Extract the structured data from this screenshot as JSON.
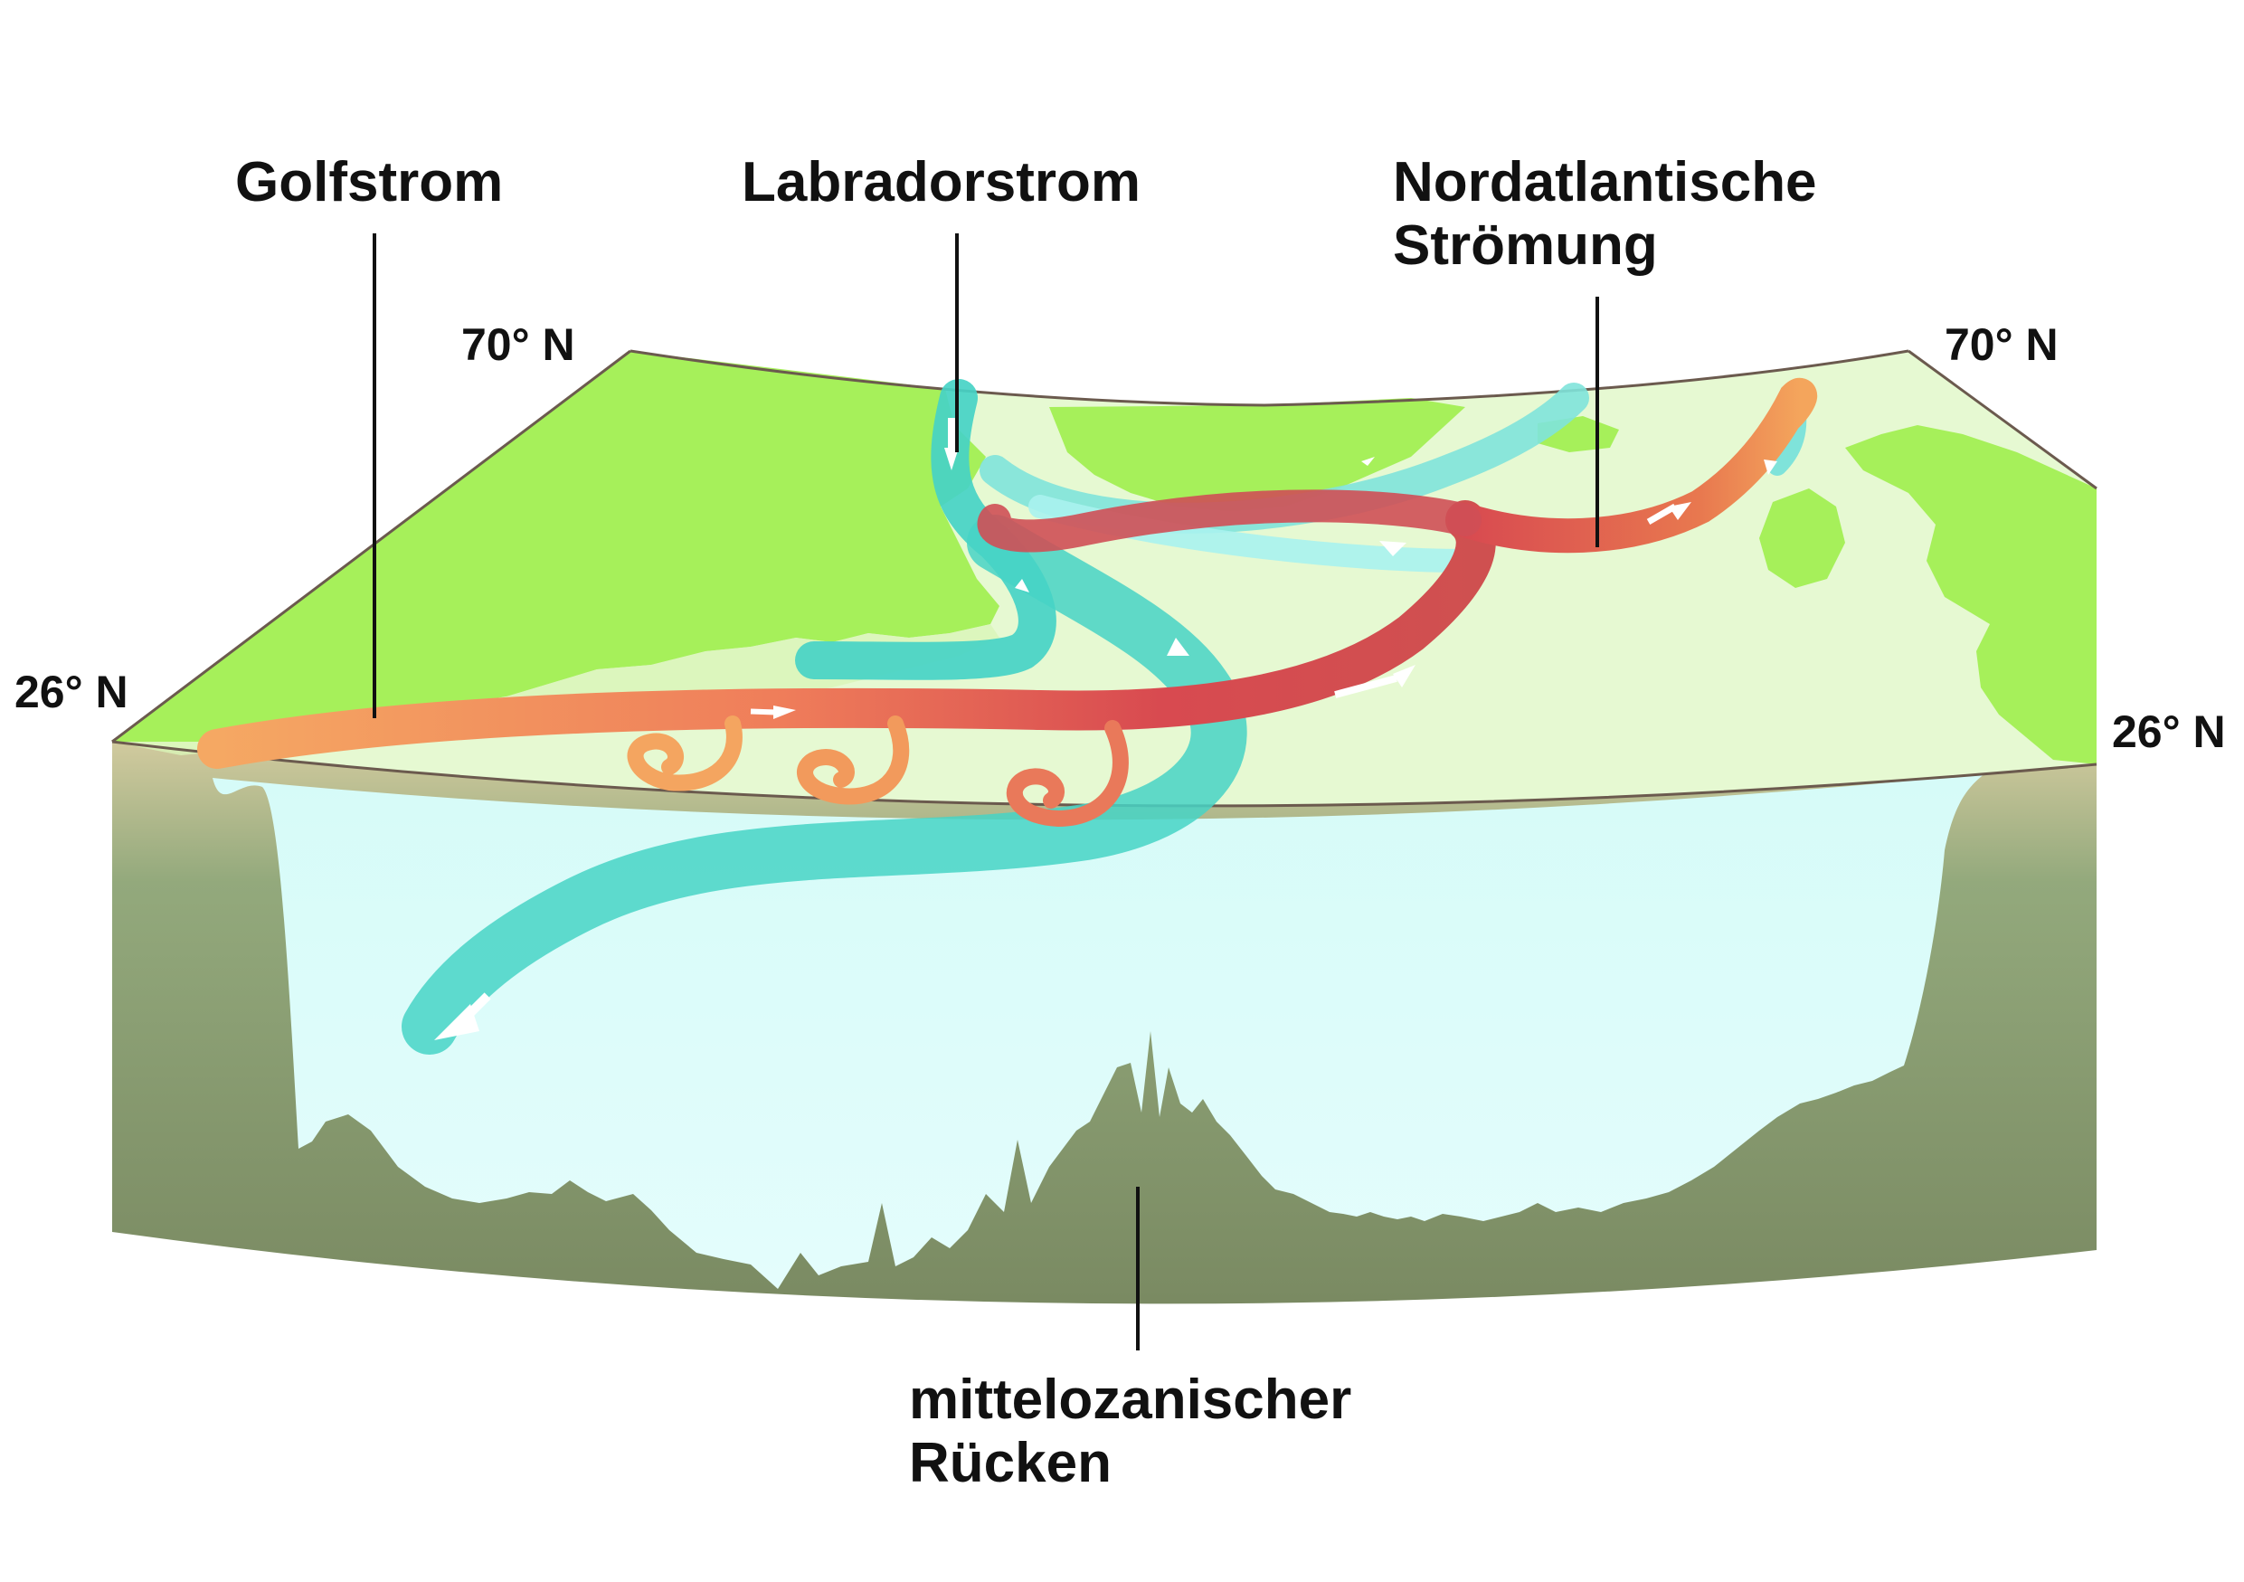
{
  "labels": {
    "golfstrom": "Golfstrom",
    "labradorstrom": "Labradorstrom",
    "nordatlantische_line1": "Nordatlantische",
    "nordatlantische_line2": "Strömung",
    "ruecken_line1": "mittelozanischer",
    "ruecken_line2": "Rücken"
  },
  "latitudes": {
    "north_left": "70° N",
    "north_right": "70° N",
    "south_left": "26° N",
    "south_right": "26° N"
  },
  "colors": {
    "land": "#a6f05a",
    "land_light": "#d9f5b8",
    "ocean_surface": "#e8f9d0",
    "water": "#e0fcfb",
    "seafloor_top": "#c9c59a",
    "seafloor_mid": "#8fa67a",
    "seafloor_bottom": "#7a8a62",
    "warm_current_light": "#f4a55c",
    "warm_current_dark": "#d44a4f",
    "cold_current": "#46d3c6",
    "cold_current_light": "#b8f6f2",
    "arrow": "#ffffff",
    "frame_line": "#6b5a4e"
  },
  "icons": [
    "flow-arrow-icon"
  ]
}
